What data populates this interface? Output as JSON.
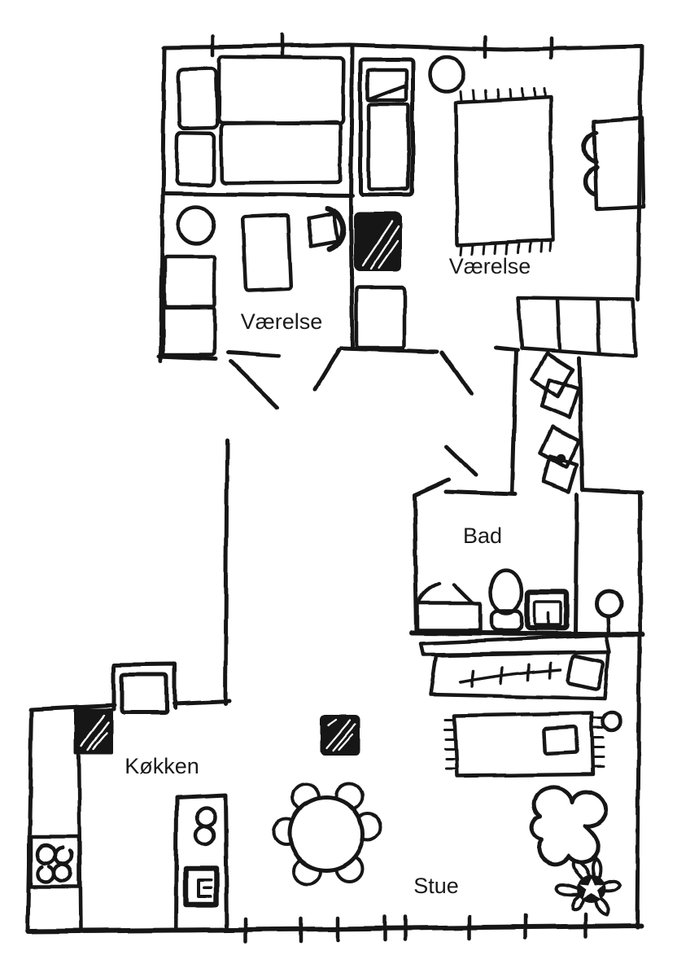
{
  "page": {
    "background": "#ffffff",
    "ink": "#161616"
  },
  "floorplan": {
    "style": "hand-drawn black ink sketch",
    "labels": {
      "bedroom_top_left": "Værelse",
      "bedroom_top_right": "Værelse",
      "bathroom": "Bad",
      "kitchen": "Køkken",
      "living_room": "Stue"
    },
    "furniture_icons": [
      "double-bed-icon",
      "wardrobe-icon",
      "shelf-icon",
      "stool-circle-icon",
      "desk-icon",
      "desk-chair-icon",
      "black-heater-icon",
      "tall-cabinet-icon",
      "lamp-circle-icon",
      "fringed-rug-icon",
      "wall-desk-icon",
      "closet-3-section-icon",
      "laundry-diamonds-icon",
      "shower-icon",
      "toilet-icon",
      "washbasin-icon",
      "floor-lamp-icon",
      "fridge-black-icon",
      "hall-closet-icon",
      "stove-burners-icon",
      "kitchen-island-icon",
      "oven-icon",
      "round-dining-table-icon",
      "dining-chair-icon",
      "sofa-icon",
      "sofa-pillow-icon",
      "coffee-table-icon",
      "lounge-blob-chair-icon",
      "potted-plant-icon",
      "window-tick-icon",
      "door-swing-icon"
    ]
  }
}
